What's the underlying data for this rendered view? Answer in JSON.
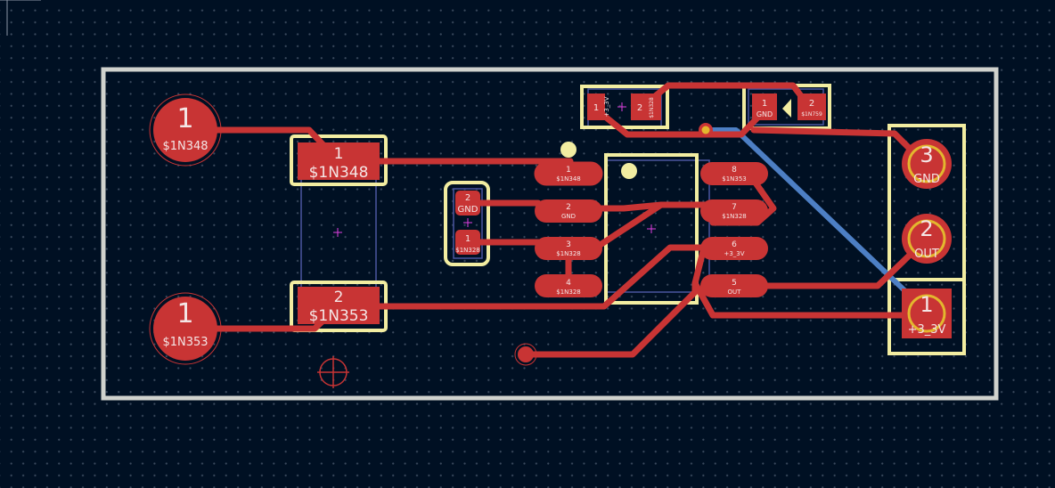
{
  "app": {
    "title": "PCB Editor"
  },
  "colors": {
    "background": "#001023",
    "board_outline": "#d0d2cd",
    "copper_front": "#c83434",
    "copper_back": "#4d7fc4",
    "silkscreen": "#f2eda1",
    "fab": "#4b55a0",
    "drill": "#e3b72e"
  },
  "footprints": {
    "j1": {
      "pad1_number": "1",
      "pad1_net": "$1N348",
      "pad2_number": "1",
      "pad2_net": "$1N353"
    },
    "d1": {
      "pad1_number": "1",
      "pad1_net": "$1N348",
      "pad2_number": "2",
      "pad2_net": "$1N353"
    },
    "c1": {
      "pad2_number": "2",
      "pad2_net": "GND",
      "pad1_number": "1",
      "pad1_net": "$1N328"
    },
    "u1": {
      "pins": [
        {
          "number": "1",
          "net": "$1N348"
        },
        {
          "number": "2",
          "net": "GND"
        },
        {
          "number": "3",
          "net": "$1N328"
        },
        {
          "number": "4",
          "net": "$1N328"
        },
        {
          "number": "5",
          "net": "OUT"
        },
        {
          "number": "6",
          "net": "+3_3V"
        },
        {
          "number": "7",
          "net": "$1N328"
        },
        {
          "number": "8",
          "net": "$1N353"
        }
      ]
    },
    "r1": {
      "pad1_number": "1",
      "pad1_net": "+3_3V",
      "pad2_number": "2",
      "pad2_net": "$1N328"
    },
    "r2": {
      "pad1_number": "1",
      "pad1_net": "GND",
      "pad2_number": "2",
      "pad2_net": "$1N759"
    },
    "j2": {
      "pad3_number": "3",
      "pad3_net": "GND",
      "pad2_number": "2",
      "pad2_net": "OUT",
      "pad1_number": "1",
      "pad1_net": "+3_3V"
    }
  }
}
